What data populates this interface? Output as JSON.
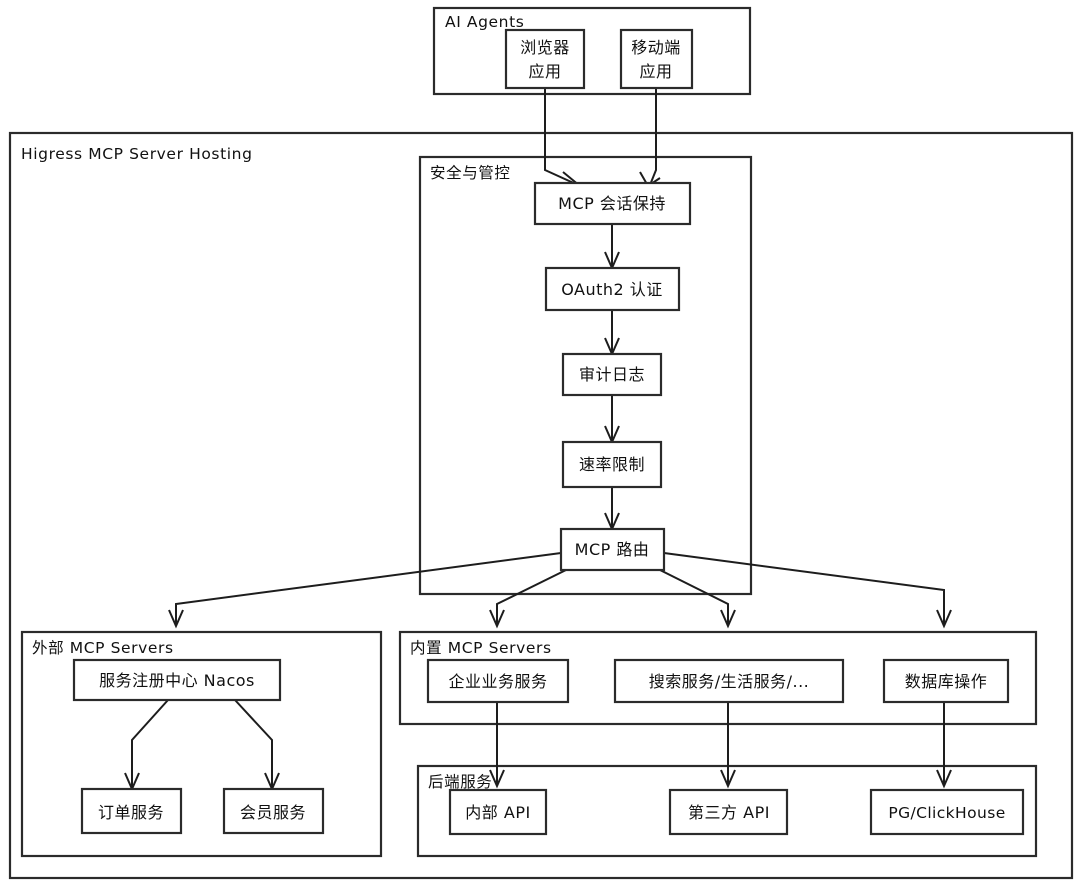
{
  "diagram": {
    "title": "Higress MCP Server Hosting",
    "style": {
      "stroke": "#2b2b2b",
      "edge": "#1d1d1d",
      "fill": "#ffffff",
      "text": "#111111"
    },
    "groups": {
      "ai_agents": {
        "label": "AI Agents"
      },
      "hosting": {
        "label": "Higress MCP Server Hosting"
      },
      "security": {
        "label": "安全与管控"
      },
      "external_mcp": {
        "label": "外部 MCP Servers"
      },
      "builtin_mcp": {
        "label": "内置 MCP Servers"
      },
      "backend": {
        "label": "后端服务"
      }
    },
    "nodes": {
      "browser_app": {
        "label_line1": "浏览器",
        "label_line2": "应用"
      },
      "mobile_app": {
        "label_line1": "移动端",
        "label_line2": "应用"
      },
      "mcp_session": {
        "label": "MCP 会话保持"
      },
      "oauth2": {
        "label": "OAuth2 认证"
      },
      "audit_log": {
        "label": "审计日志"
      },
      "rate_limit": {
        "label": "速率限制"
      },
      "mcp_router": {
        "label": "MCP 路由"
      },
      "nacos": {
        "label": "服务注册中心 Nacos"
      },
      "order_service": {
        "label": "订单服务"
      },
      "member_service": {
        "label": "会员服务"
      },
      "enterprise_service": {
        "label": "企业业务服务"
      },
      "search_life_service": {
        "label": "搜索服务/生活服务/..."
      },
      "db_operation": {
        "label": "数据库操作"
      },
      "internal_api": {
        "label": "内部 API"
      },
      "third_party_api": {
        "label": "第三方 API"
      },
      "pg_clickhouse": {
        "label": "PG/ClickHouse"
      }
    }
  }
}
